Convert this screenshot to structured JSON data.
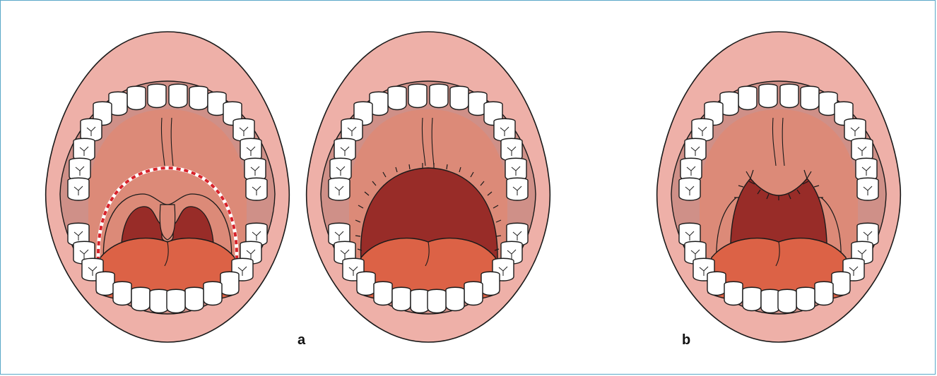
{
  "figure": {
    "panel_labels": {
      "a": "a",
      "b": "b"
    },
    "panels": [
      {
        "id": "panel-1",
        "variant": "incision-marked"
      },
      {
        "id": "panel-2",
        "variant": "palatal-excision-sutured"
      },
      {
        "id": "panel-3",
        "variant": "uvulopalatal-flap-sutured"
      }
    ],
    "colors": {
      "lip": "#eeb0a8",
      "lip_inner": "#d89890",
      "palate": "#dc8a78",
      "cheek": "#cf9088",
      "pharynx": "#982c28",
      "tongue": "#dc6246",
      "tooth": "#ffffff",
      "outline": "#1a1a1a",
      "incision_red": "#d8222a",
      "frame": "#5aa8c8"
    }
  }
}
